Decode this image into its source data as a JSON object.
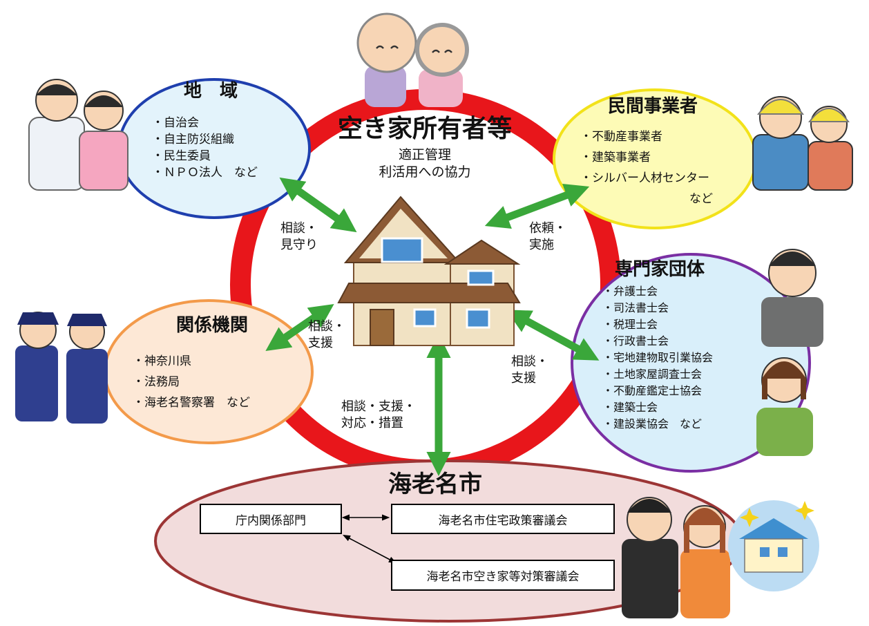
{
  "center": {
    "title": "空き家所有者等",
    "subtitle_lines": [
      "適正管理",
      "利活用への協力"
    ]
  },
  "nodes": {
    "chiiki": {
      "title": "地　域",
      "items": [
        "・自治会",
        "・自主防災組織",
        "・民生委員",
        "・ＮＰＯ法人　など"
      ],
      "fill": "#e3f3fb",
      "stroke": "#1f3fae"
    },
    "minkan": {
      "title": "民間事業者",
      "items": [
        "・不動産事業者",
        "・建築事業者",
        "・シルバー人材センター",
        "など"
      ],
      "fill": "#fdfbb6",
      "stroke": "#f2e21a"
    },
    "kankei": {
      "title": "関係機関",
      "items": [
        "・神奈川県",
        "・法務局",
        "・海老名警察署　など"
      ],
      "fill": "#fde8d6",
      "stroke": "#f39a4a"
    },
    "senmon": {
      "title": "専門家団体",
      "items": [
        "・弁護士会",
        "・司法書士会",
        "・税理士会",
        "・行政書士会",
        "・宅地建物取引業協会",
        "・土地家屋調査士会",
        "・不動産鑑定士協会",
        "・建築士会",
        "・建設業協会　など"
      ],
      "fill": "#d9effa",
      "stroke": "#7a2fa3"
    },
    "ebina": {
      "title": "海老名市",
      "fill": "#f2dcdc",
      "stroke": "#9c3535",
      "boxes": {
        "internal": "庁内関係部門",
        "housing": "海老名市住宅政策審議会",
        "vacant": "海老名市空き家等対策審議会"
      }
    }
  },
  "links": {
    "chiiki": [
      "相談・",
      "見守り"
    ],
    "minkan": [
      "依頼・",
      "実施"
    ],
    "kankei": [
      "相談・",
      "支援"
    ],
    "senmon": [
      "相談・",
      "支援"
    ],
    "ebina": [
      "相談・支援・",
      "対応・措置"
    ]
  },
  "colors": {
    "ring": "#e8161b",
    "arrow": "#3aa73a"
  },
  "icons": [
    "elderly-couple-icon",
    "community-people-icon",
    "workers-icon",
    "police-officers-icon",
    "professionals-icon",
    "house-icon",
    "officials-icon",
    "new-house-icon"
  ]
}
